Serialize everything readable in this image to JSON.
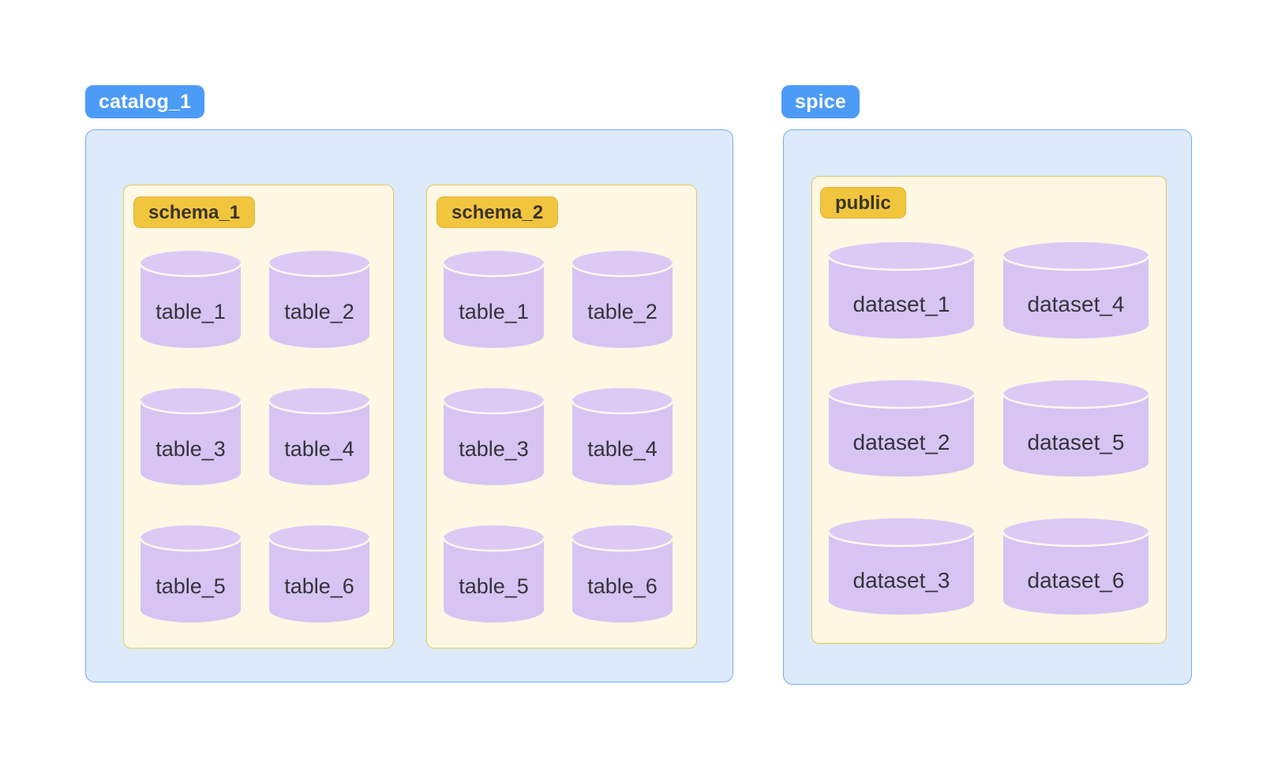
{
  "groups": [
    {
      "badge": "catalog_1",
      "schemas": [
        {
          "badge": "schema_1",
          "items": [
            "table_1",
            "table_2",
            "table_3",
            "table_4",
            "table_5",
            "table_6"
          ]
        },
        {
          "badge": "schema_2",
          "items": [
            "table_1",
            "table_2",
            "table_3",
            "table_4",
            "table_5",
            "table_6"
          ]
        }
      ]
    },
    {
      "badge": "spice",
      "schemas": [
        {
          "badge": "public",
          "items": [
            "dataset_1",
            "dataset_2",
            "dataset_3",
            "dataset_4",
            "dataset_5",
            "dataset_6"
          ]
        }
      ]
    }
  ],
  "colors": {
    "badge_blue": "#4c9bf7",
    "container_blue_bg": "#dceafc",
    "container_blue_border": "#74adf2",
    "schema_bg": "#fdf7e4",
    "schema_border": "#e5c75d",
    "badge_yellow": "#f2c53f",
    "badge_yellow_border": "#dfb335",
    "cylinder_body": "#d7c4f2",
    "cylinder_cap": "#dccaf5",
    "cylinder_seam": "#fdf8ea"
  }
}
